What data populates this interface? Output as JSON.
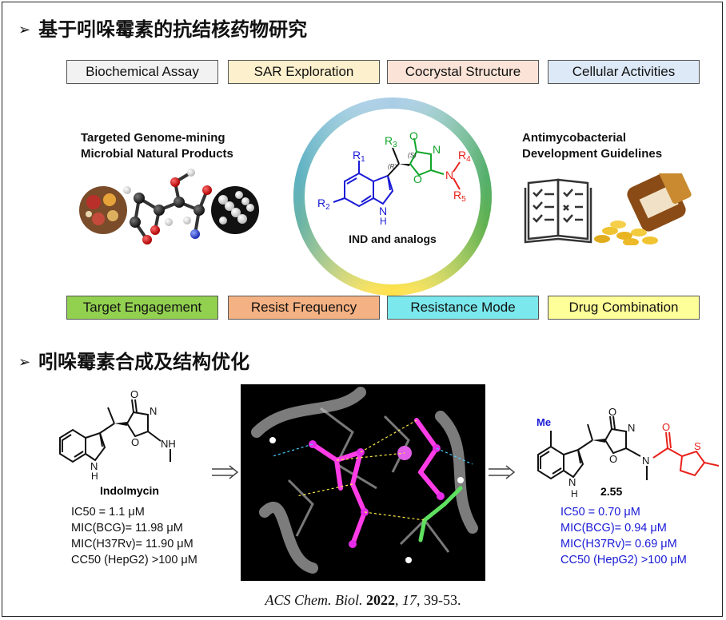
{
  "section1": {
    "title": "基于吲哚霉素的抗结核药物研究"
  },
  "top_tags": [
    {
      "label": "Biochemical Assay",
      "color": "#f2f2f2"
    },
    {
      "label": "SAR Exploration",
      "color": "#fdf0cc"
    },
    {
      "label": "Cocrystal Structure",
      "color": "#fbe4d7"
    },
    {
      "label": "Cellular Activities",
      "color": "#dde9f6"
    }
  ],
  "left_caption": [
    "Targeted Genome-mining",
    "Microbial Natural Products"
  ],
  "right_caption": [
    "Antimycobacterial",
    "Development Guidelines"
  ],
  "ring_label": "IND and analogs",
  "structure_labels": {
    "R1": "R",
    "R1_sub": "1",
    "R2": "R",
    "R2_sub": "2",
    "R3": "R",
    "R3_sub": "3",
    "R4": "R",
    "R4_sub": "4",
    "R5": "R",
    "R5_sub": "5",
    "O": "O",
    "N": "N",
    "H": "H",
    "stereo_R": "(R)",
    "stereo_S": "(S)"
  },
  "bottom_tags": [
    {
      "label": "Target Engagement",
      "color": "#92d050"
    },
    {
      "label": "Resist Frequency",
      "color": "#f4b183"
    },
    {
      "label": "Resistance Mode",
      "color": "#7ae8ec"
    },
    {
      "label": "Drug Combination",
      "color": "#ffff99"
    }
  ],
  "section2": {
    "title": "吲哚霉素合成及结构优化"
  },
  "indolmycin": {
    "name": "Indolmycin",
    "lines": [
      "IC50 = 1.1 μM",
      "MIC(BCG)= 11.98 μM",
      "MIC(H37Rv)= 11.90 μM",
      "CC50 (HepG2) >100 μM"
    ]
  },
  "compound": {
    "name": "2.55",
    "substituent": "Me",
    "lines": [
      "IC50 = 0.70 μM",
      "MIC(BCG)= 0.94 μM",
      "MIC(H37Rv)= 0.69 μM",
      "CC50 (HepG2) >100  μM"
    ]
  },
  "citation": {
    "journal": "ACS Chem. Biol.",
    "year": "2022",
    "volume": "17",
    "pages": ", 39-53."
  },
  "colors": {
    "blue": "#1a1ad6",
    "red": "#e8231c",
    "green": "#11a52a",
    "magenta": "#d21ad2"
  }
}
